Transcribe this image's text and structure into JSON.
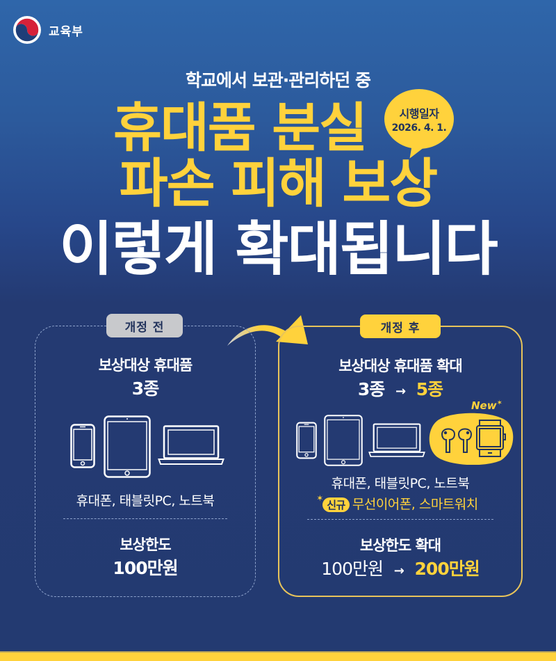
{
  "header": {
    "logo_text": "교육부",
    "logo_icon": "taegeuk-emblem-icon"
  },
  "hero": {
    "subtitle": "학교에서 보관·관리하던 중",
    "title_line1": "휴대품 분실",
    "title_line2": "파손 피해 보상",
    "title_line3": "이렇게 확대됩니다",
    "bubble_label": "시행일자",
    "bubble_date": "2026. 4. 1."
  },
  "before": {
    "badge": "개정 전",
    "items_title": "보상대상 휴대품",
    "items_count": "3종",
    "device_icons": [
      "smartphone-icon",
      "tablet-icon",
      "laptop-icon"
    ],
    "devices_text": "휴대폰, 태블릿PC, 노트북",
    "limit_title": "보상한도",
    "limit_value": "100만원"
  },
  "after": {
    "badge": "개정 후",
    "items_title": "보상대상 휴대품 확대",
    "items_from": "3종",
    "arrow": "→",
    "items_to": "5종",
    "new_label": "New",
    "device_icons": [
      "smartphone-icon",
      "tablet-icon",
      "laptop-icon",
      "earbuds-icon",
      "smartwatch-icon"
    ],
    "devices_text": "휴대폰, 태블릿PC, 노트북",
    "new_pill": "신규",
    "new_devices_text": "무선이어폰, 스마트워치",
    "limit_title": "보상한도 확대",
    "limit_from": "100만원",
    "limit_arrow": "→",
    "limit_to": "200만원"
  },
  "colors": {
    "background_top": "#2f66aa",
    "background_bottom": "#233a71",
    "accent_yellow": "#ffd23c",
    "badge_gray": "#c8c9cc",
    "text_dark": "#22335c"
  }
}
